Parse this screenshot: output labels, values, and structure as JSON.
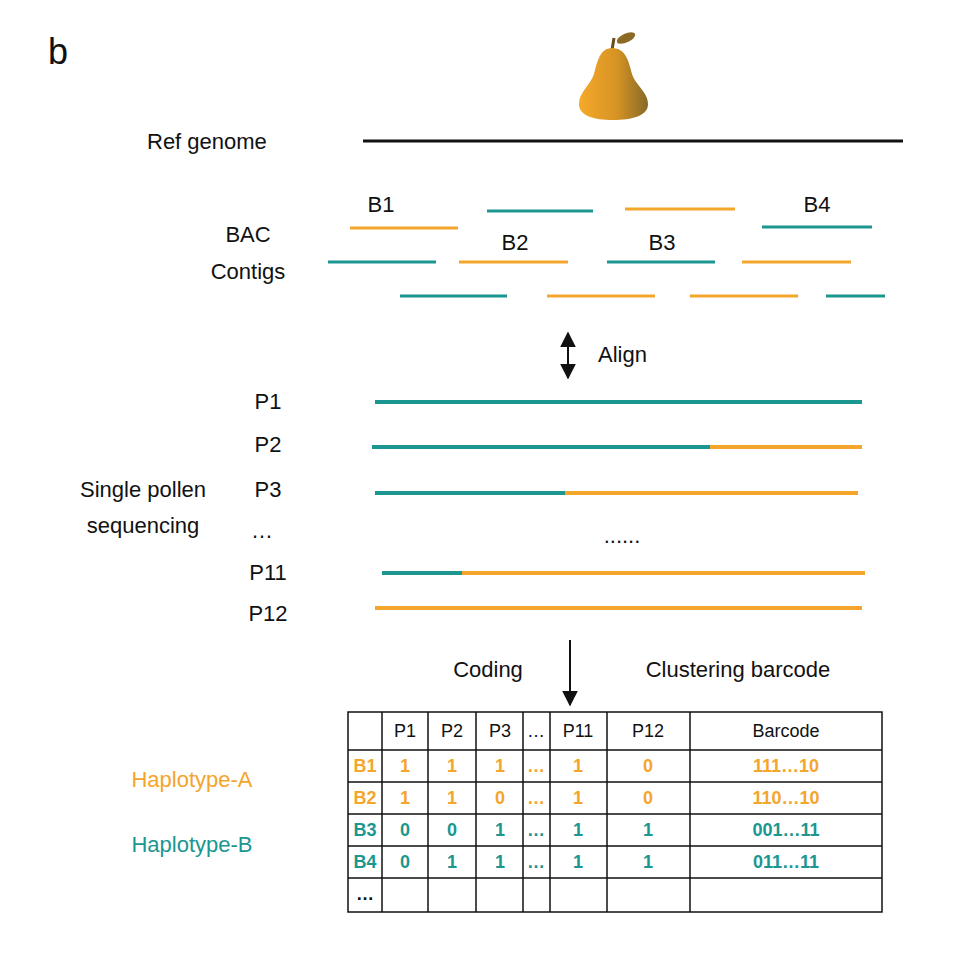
{
  "diagram": {
    "labels": [
      "b",
      "Ref genome",
      "B1",
      "B2",
      "B3",
      "B4",
      "BAC Contigs",
      "Align",
      "P1",
      "P2",
      "Single pollen sequencing",
      "P3",
      "…",
      "......",
      "P11",
      "P12",
      "Coding",
      "Clustering barcode",
      "P1",
      "P2",
      "P3",
      "…",
      "P11",
      "P12",
      "Barcode",
      "Haplotype-A",
      "B1",
      "1",
      "1",
      "1",
      "…",
      "1",
      "0",
      "111…10",
      "B2",
      "1",
      "1",
      "0",
      "…",
      "1",
      "0",
      "110…10",
      "Haplotype-B",
      "B3",
      "0",
      "0",
      "1",
      "…",
      "1",
      "1",
      "001…11",
      "B4",
      "0",
      "1",
      "1",
      "…",
      "1",
      "1",
      "011…11",
      "…"
    ]
  }
}
